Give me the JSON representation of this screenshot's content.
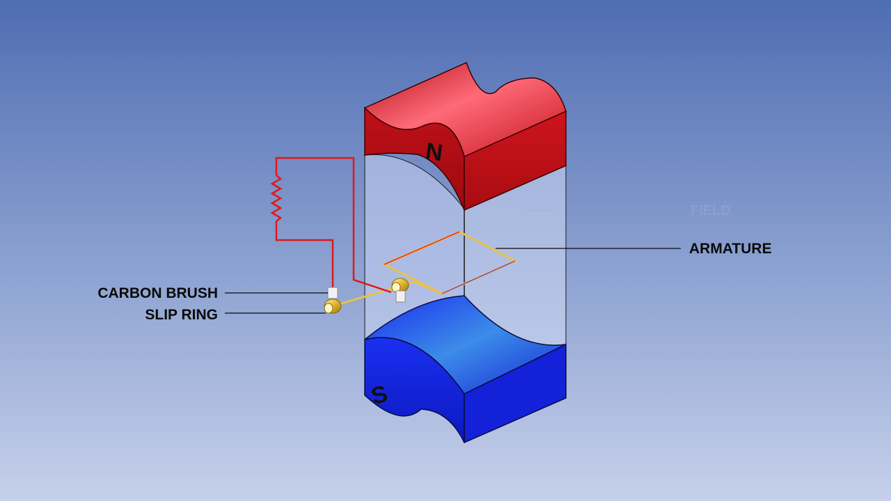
{
  "diagram": {
    "poles": {
      "north": "N",
      "south": "S"
    },
    "labels": {
      "armature": "ARMATURE",
      "carbon_brush": "CARBON BRUSH",
      "slip_ring": "SLIP RING",
      "field": "FIELD"
    },
    "colors": {
      "north_pole": "#d4141e",
      "south_pole": "#1526e6",
      "circuit_wire": "#e01818",
      "armature_coil": "#e8c24a"
    }
  }
}
